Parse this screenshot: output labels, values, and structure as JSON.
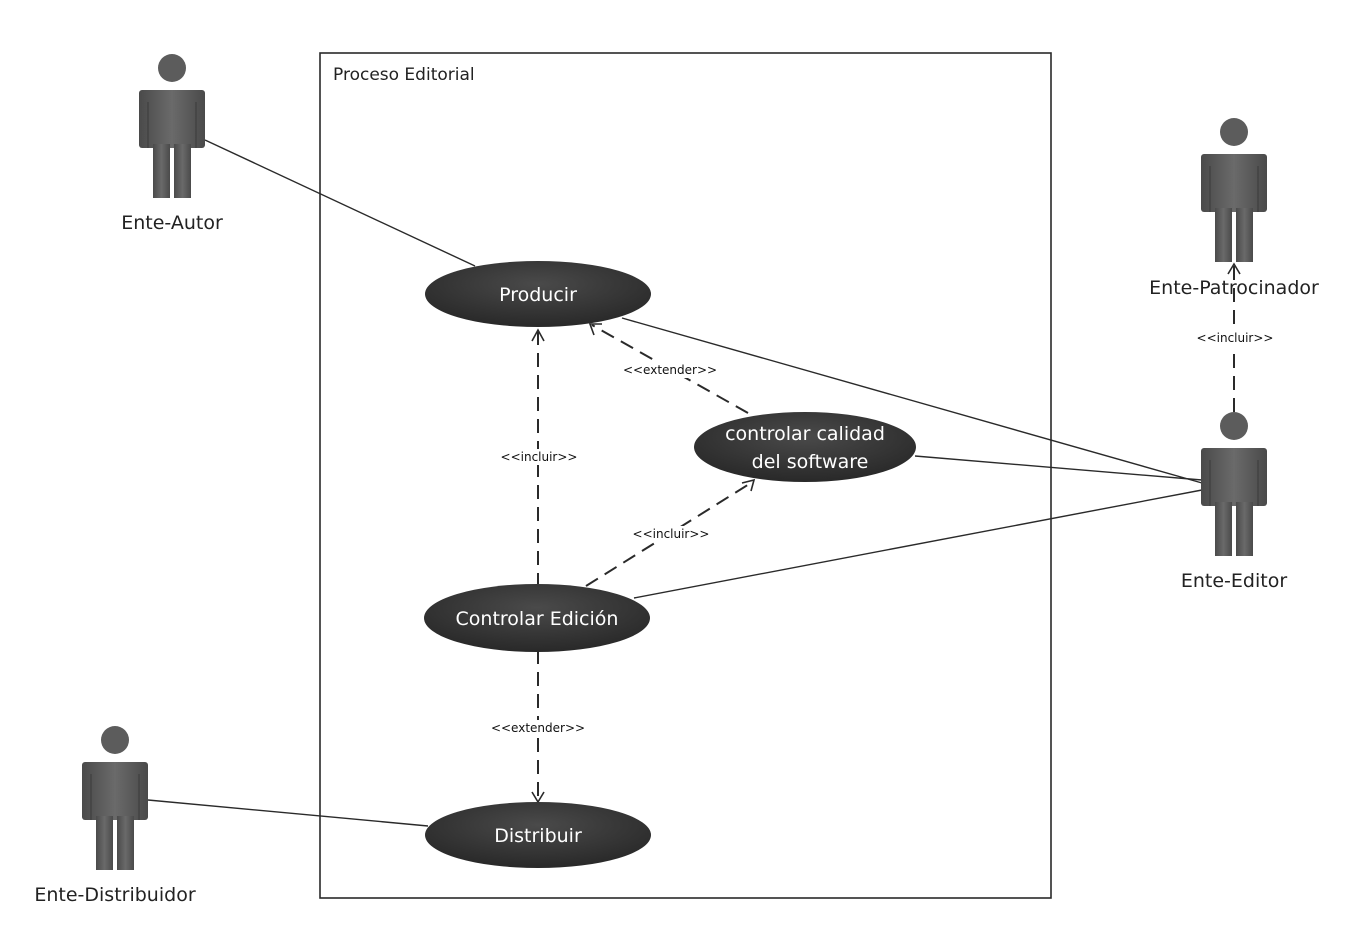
{
  "system": {
    "title": "Proceso Editorial"
  },
  "actors": {
    "autor": "Ente-Autor",
    "patrocinador": "Ente-Patrocinador",
    "editor": "Ente-Editor",
    "distribuidor": "Ente-Distribuidor"
  },
  "use_cases": {
    "producir": "Producir",
    "controlar_calidad_line1": "controlar calidad",
    "controlar_calidad_line2": "del software",
    "controlar_edicion": "Controlar Edición",
    "distribuir": "Distribuir"
  },
  "relations": {
    "extender_calidad_producir": "<<extender>>",
    "incluir_edicion_producir": "<<incluir>>",
    "incluir_edicion_calidad": "<<incluir>>",
    "extender_edicion_distribuir": "<<extender>>",
    "incluir_editor_patrocinador": "<<incluir>>"
  },
  "colors": {
    "use_case_fill": "#3a3a3a",
    "actor_fill": "#5a5a5a",
    "line": "#2a2a2a"
  }
}
